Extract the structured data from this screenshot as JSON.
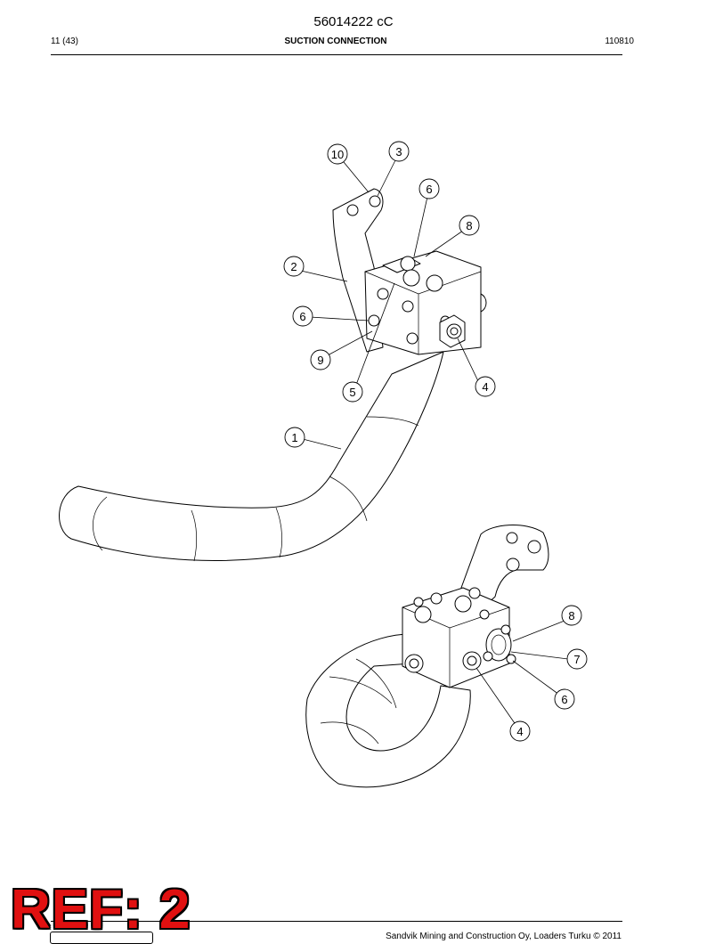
{
  "header": {
    "doc_number": "56014222 cC",
    "page": "11 (43)",
    "title": "SUCTION CONNECTION",
    "date": "110810"
  },
  "footer": {
    "copyright": "Sandvik Mining and Construction Oy, Loaders Turku © 2011"
  },
  "stamp": {
    "text": "REF: 2",
    "color": "#e01010"
  },
  "callouts_top": [
    "10",
    "3",
    "6",
    "8",
    "2",
    "6",
    "9",
    "5",
    "4",
    "1"
  ],
  "callouts_bottom": [
    "8",
    "7",
    "6",
    "4"
  ]
}
